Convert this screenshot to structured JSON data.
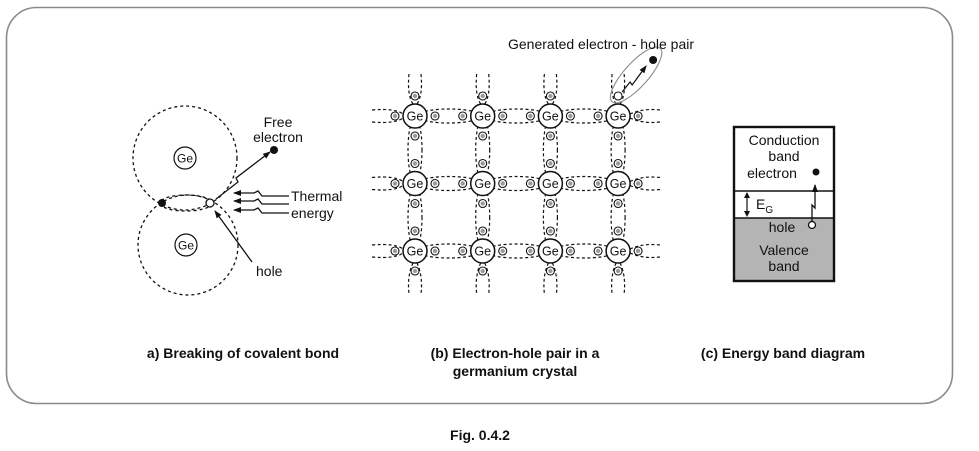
{
  "figure_number": "Fig. 0.4.2",
  "panel_a": {
    "caption": "a) Breaking of covalent bond",
    "atom_label": "Ge",
    "free_electron_label": [
      "Free",
      "electron"
    ],
    "thermal_energy_label": [
      "Thermal",
      "energy"
    ],
    "hole_label": "hole"
  },
  "panel_b": {
    "caption": [
      "(b) Electron-hole pair in a",
      "germanium crystal"
    ],
    "atom_label": "Ge",
    "pair_label": "Generated electron - hole pair",
    "grid_columns": 4,
    "grid_rows": 3
  },
  "panel_c": {
    "caption": "(c) Energy band diagram",
    "conduction_band_label": [
      "Conduction",
      "band"
    ],
    "electron_label": "electron",
    "gap_label": "E",
    "gap_subscript": "G",
    "hole_label": "hole",
    "valence_band_label": [
      "Valence",
      "band"
    ]
  },
  "colors": {
    "frame": "#8a8a8a",
    "ink": "#111111",
    "valence_fill": "#b4b4b4",
    "bond_electron": "#9a9a9a",
    "pair_ellipse": "#8c8c8c"
  }
}
